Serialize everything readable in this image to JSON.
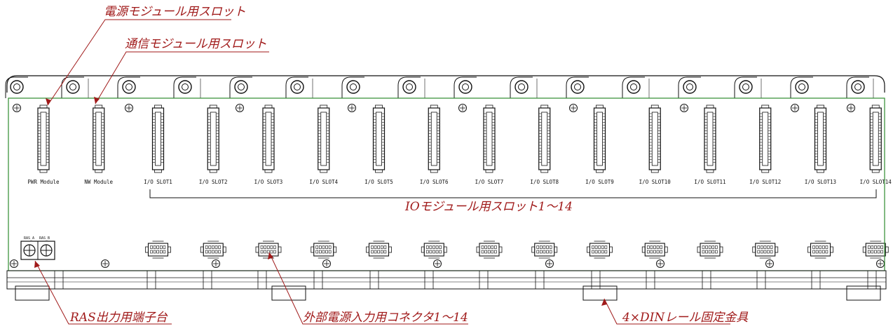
{
  "callouts": {
    "power_slot": "電源モジュール用スロット",
    "comm_slot": "通信モジュール用スロット",
    "io_slots": "IOモジュール用スロット1～14",
    "ras_terminal": "RAS出力用端子台",
    "ext_power_connectors": "外部電源入力用コネクタ1～14",
    "din_rail_brackets": "4×DINレール固定金具"
  },
  "slot_labels": [
    "PWR Module",
    "NW Module",
    "I/O SLOT1",
    "I/O SLOT2",
    "I/O SLOT3",
    "I/O SLOT4",
    "I/O SLOT5",
    "I/O SLOT6",
    "I/O SLOT7",
    "I/O SLOT8",
    "I/O SLOT9",
    "I/O SLOT10",
    "I/O SLOT11",
    "I/O SLOT12",
    "I/O SLOT13",
    "I/O SLOT14"
  ],
  "ras_labels": {
    "a": "RAS_A",
    "b": "RAS_B"
  },
  "colors": {
    "callout": "#a01a1a",
    "board_outline": "#2e8b2e",
    "drawing_lines": "#111111"
  }
}
